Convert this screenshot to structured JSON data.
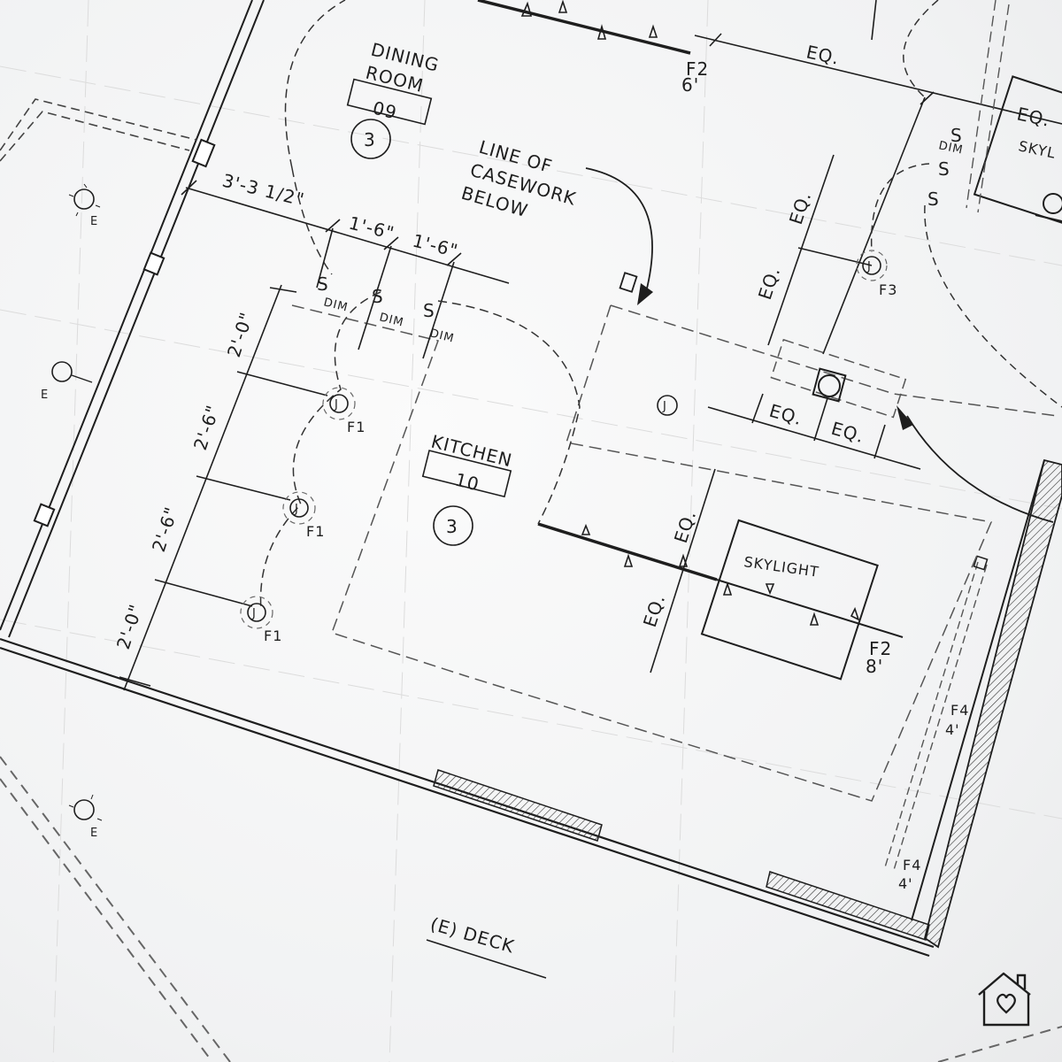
{
  "rooms": {
    "dining": {
      "name_line1": "DINING",
      "name_line2": "ROOM",
      "number": "09",
      "tag": "3"
    },
    "kitchen": {
      "name": "KITCHEN",
      "number": "10",
      "tag": "3"
    }
  },
  "notes": {
    "casework_line1": "LINE OF",
    "casework_line2": "CASEWORK",
    "casework_line3": "BELOW",
    "deck": "(E) DECK",
    "skylight_main": "SKYLIGHT",
    "skylight_right": "SKYL"
  },
  "dimensions": {
    "top_overall": "3'-3 1/2\"",
    "top_seg1": "1'-6\"",
    "top_seg2": "1'-6\"",
    "left_seg1": "2'-0\"",
    "left_seg2": "2'-6\"",
    "left_seg3": "2'-6\"",
    "left_seg4": "2'-0\"",
    "eq": "EQ."
  },
  "fixtures": {
    "switch_symbol": "S",
    "dimmer": "DIM",
    "junction": "J",
    "f1": "F1",
    "f2_6": {
      "type": "F2",
      "height": "6'"
    },
    "f2_8": {
      "type": "F2",
      "height": "8'"
    },
    "f3": "F3",
    "f4": {
      "type": "F4",
      "height": "4'"
    },
    "exterior": "E"
  },
  "logo": {
    "icon": "house-heart-icon"
  },
  "colors": {
    "ink": "#1e1e1e",
    "paper": "#f4f5f6",
    "dashed": "#555555"
  }
}
